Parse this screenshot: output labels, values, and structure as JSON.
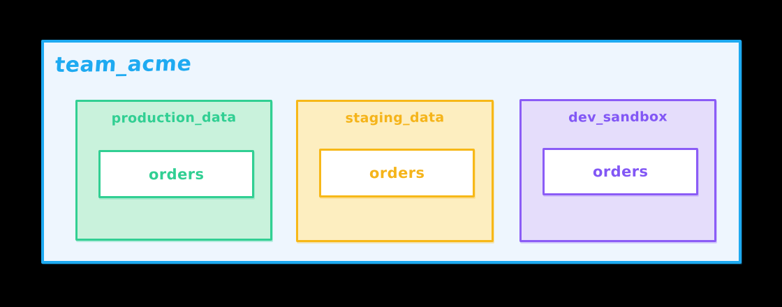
{
  "diagram": {
    "type": "database-schema-hierarchy",
    "style": "hand-drawn",
    "background_color": "#000000",
    "container": {
      "label": "team_acme",
      "fill_color": "#eef6fe",
      "border_color": "#1eaaf1",
      "text_color": "#1eaaf1"
    },
    "schemas": [
      {
        "label": "production_data",
        "fill_color": "#c9f2dc",
        "border_color": "#31cf93",
        "text_color": "#31cf93",
        "tables": [
          {
            "label": "orders",
            "fill_color": "#ffffff",
            "border_color": "#31cf93",
            "text_color": "#31cf93"
          }
        ]
      },
      {
        "label": "staging_data",
        "fill_color": "#fdeec0",
        "border_color": "#f7b818",
        "text_color": "#f5b41a",
        "tables": [
          {
            "label": "orders",
            "fill_color": "#ffffff",
            "border_color": "#f7b818",
            "text_color": "#f5b41a"
          }
        ]
      },
      {
        "label": "dev_sandbox",
        "fill_color": "#e5ddfb",
        "border_color": "#8b5cf6",
        "text_color": "#8257f5",
        "tables": [
          {
            "label": "orders",
            "fill_color": "#ffffff",
            "border_color": "#8b5cf6",
            "text_color": "#8257f5"
          }
        ]
      }
    ]
  }
}
